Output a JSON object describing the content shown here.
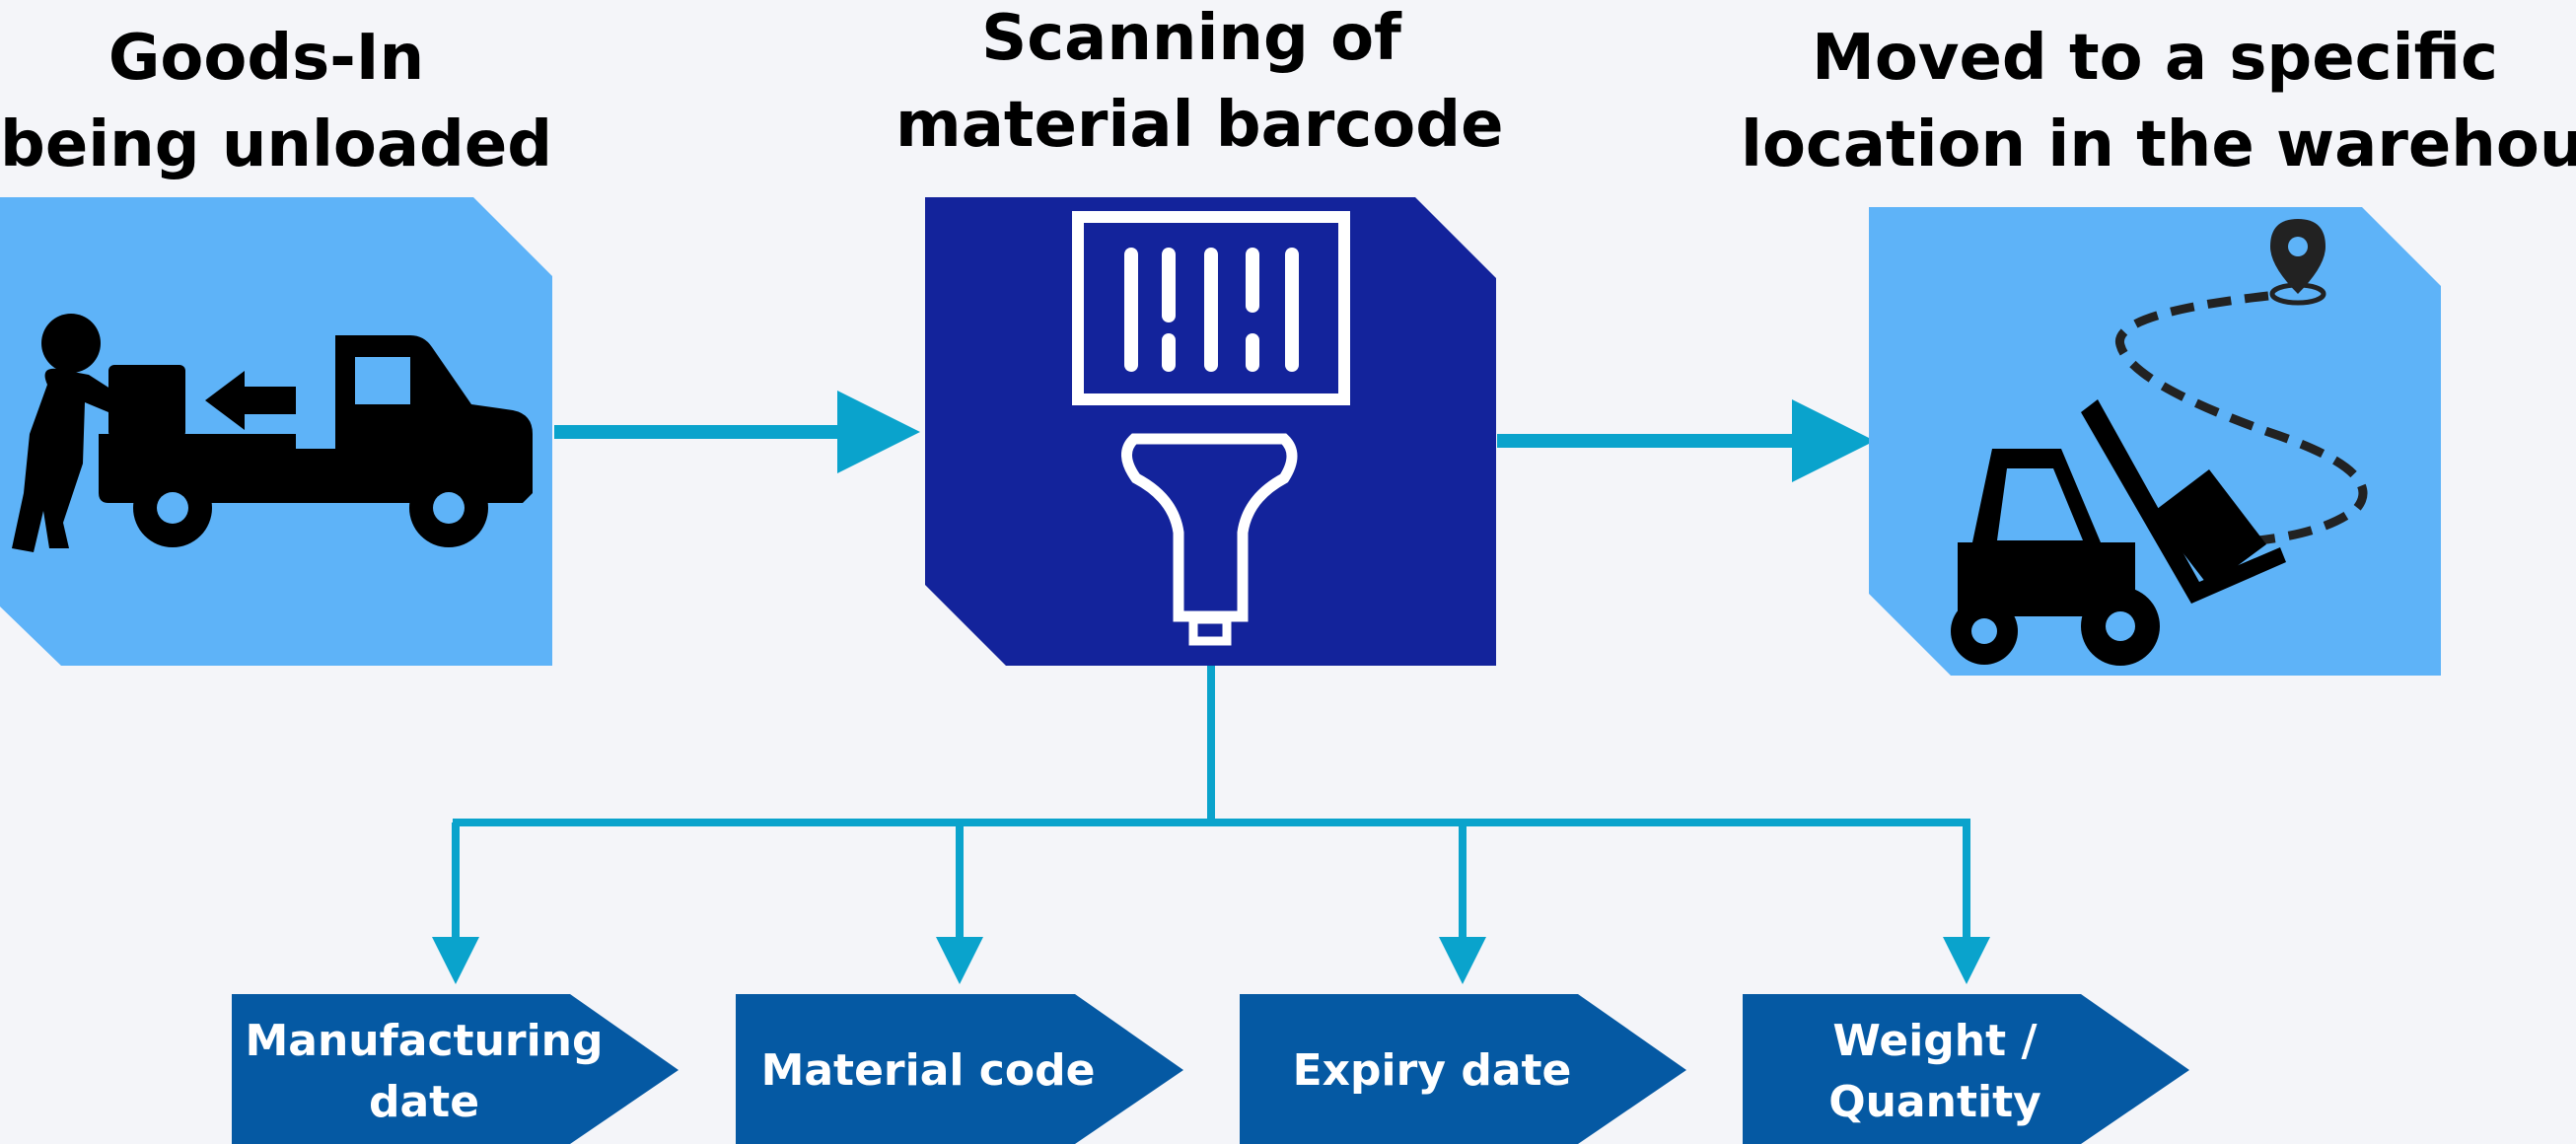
{
  "steps": {
    "goods_in": {
      "line1": "Goods-In",
      "line2": "being unloaded"
    },
    "scanning": {
      "line1": "Scanning of",
      "line2": "material barcode"
    },
    "moved": {
      "line1": "Moved to a specific",
      "line2": "location in the warehouse"
    }
  },
  "attributes": [
    {
      "line1": "Manufacturing",
      "line2": "date"
    },
    {
      "line1": "Material code",
      "line2": ""
    },
    {
      "line1": "Expiry date",
      "line2": ""
    },
    {
      "line1": "Weight /",
      "line2": "Quantity"
    }
  ],
  "colors": {
    "background": "#f4f5f9",
    "light_box": "#5eb3f8",
    "dark_box": "#13239b",
    "arrow": "#0aa3cc",
    "tag": "#0559a3",
    "icon_dark": "#000000",
    "icon_light": "#ffffff"
  },
  "icons": {
    "goods_in": "person-unloading-truck-icon",
    "scanning": "barcode-scanner-icon",
    "moved": "forklift-route-icon"
  }
}
